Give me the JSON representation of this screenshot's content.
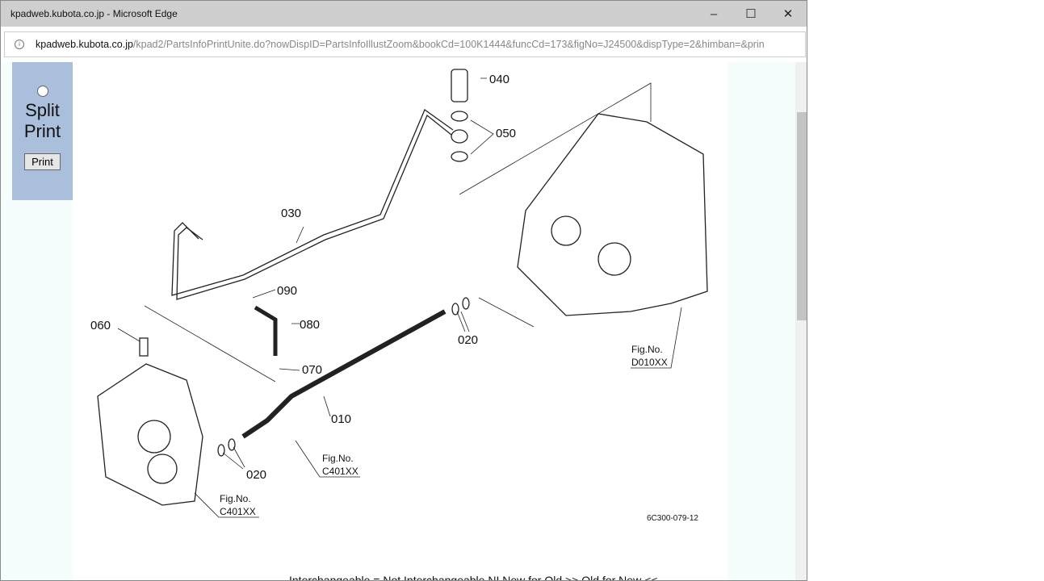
{
  "window": {
    "title": "kpadweb.kubota.co.jp - Microsoft Edge",
    "minimize": "–",
    "maximize": "☐",
    "close": "✕"
  },
  "address": {
    "host": "kpadweb.kubota.co.jp",
    "path": "/kpad2/PartsInfoPrintUnite.do?nowDispID=PartsInfoIllustZoom&bookCd=100K1444&funcCd=173&figNo=J24500&dispType=2&himban=&prin",
    "info_icon": "i"
  },
  "side": {
    "split_line1": "Split",
    "split_line2": "Print",
    "print_button": "Print"
  },
  "diagram": {
    "labels": [
      "040",
      "050",
      "030",
      "090",
      "080",
      "060",
      "070",
      "020",
      "010",
      "020"
    ],
    "fig_label": "Fig.No.",
    "fig_refs": [
      "D010XX",
      "C401XX",
      "C401XX"
    ],
    "code": "6C300-079-12"
  },
  "legend": "Interchangeable = Not Interchangeable NI New for Old >> Old for New <<"
}
